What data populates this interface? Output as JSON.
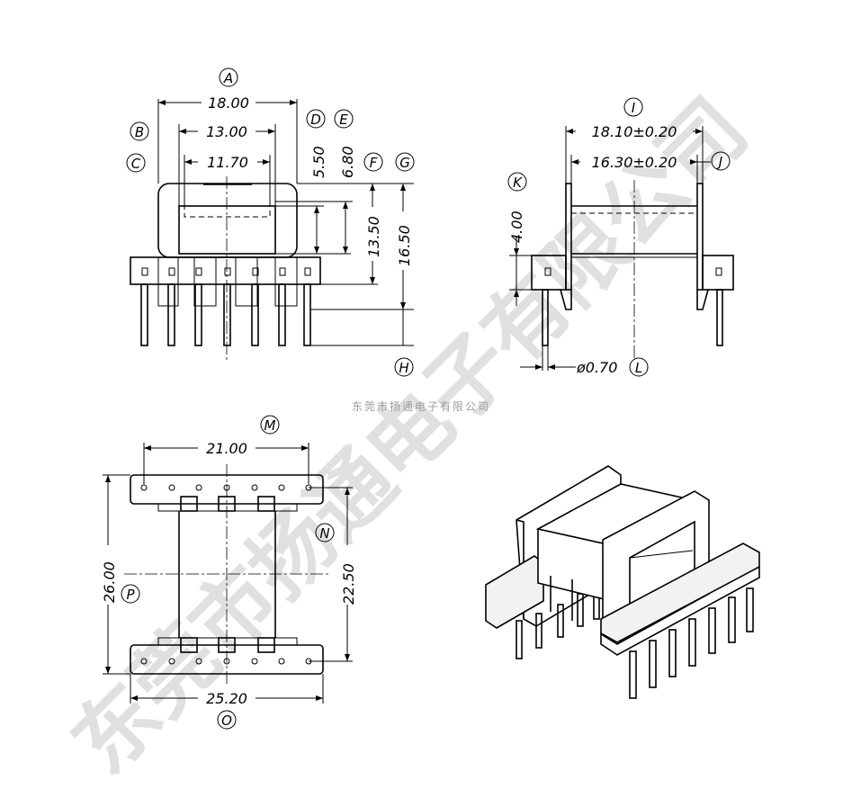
{
  "front_view": {
    "callout_A": "A",
    "dim_A": "18.00",
    "callout_B": "B",
    "dim_B": "13.00",
    "callout_C": "C",
    "dim_C": "11.70",
    "callout_D": "D",
    "dim_D": "5.50",
    "callout_E": "E",
    "dim_E": "6.80",
    "callout_F": "F",
    "dim_F": "13.50",
    "callout_G": "G",
    "dim_G": "16.50",
    "callout_H": "H"
  },
  "side_view": {
    "callout_I": "I",
    "dim_I": "18.10±0.20",
    "callout_J": "J",
    "dim_J": "16.30±0.20",
    "callout_K": "K",
    "dim_K": "4.00",
    "callout_L": "L",
    "dim_L": "ø0.70"
  },
  "bottom_view": {
    "callout_M": "M",
    "dim_M": "21.00",
    "callout_N": "N",
    "dim_N": "22.50",
    "callout_O": "O",
    "dim_O": "25.20",
    "callout_P": "P",
    "dim_P": "26.00"
  },
  "company_caption": "东莞市扬通电子有限公司",
  "watermark_text": "东莞市扬通电子有限公司"
}
